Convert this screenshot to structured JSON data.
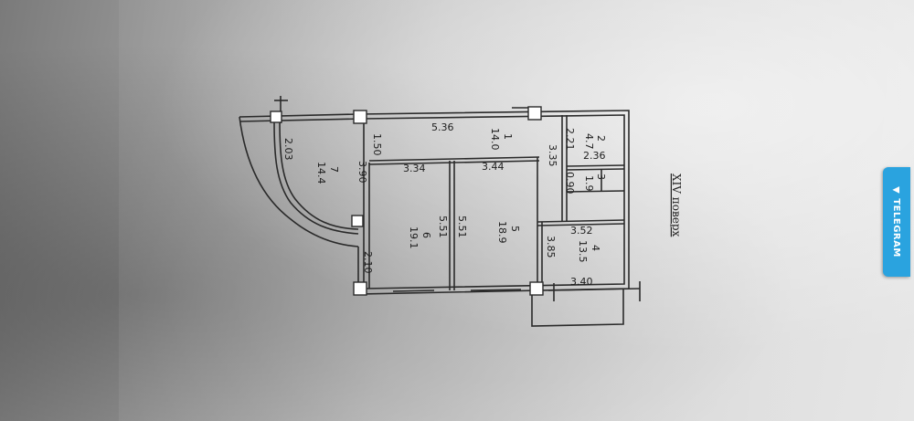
{
  "floor_label": "XIV поверх",
  "telegram_badge": {
    "label": "TELEGRAM",
    "icon": "paper-plane-icon",
    "color": "#2aa3df"
  },
  "rooms": [
    {
      "number": "1",
      "area": "14.0"
    },
    {
      "number": "2",
      "area": "4.7"
    },
    {
      "number": "3",
      "area": "1.9"
    },
    {
      "number": "4",
      "area": "13.5"
    },
    {
      "number": "5",
      "area": "18.9"
    },
    {
      "number": "6",
      "area": "19.1"
    },
    {
      "number": "7",
      "area": "14.4"
    }
  ],
  "dimensions": {
    "room1_length": "5.36",
    "room1_width": "1.50",
    "room2_a": "2.21",
    "room2_b": "2.36",
    "room3_a": "0.90",
    "corridor_height": "3.35",
    "room4_top": "3.52",
    "room4_height": "3.85",
    "room4_bottom": "3.40",
    "room5_top": "3.44",
    "room5_height": "5.51",
    "room6_top": "3.34",
    "room6_height": "5.51",
    "room7_height": "3.90",
    "room7_top": "2.03",
    "room7_bottom": "2.10"
  }
}
